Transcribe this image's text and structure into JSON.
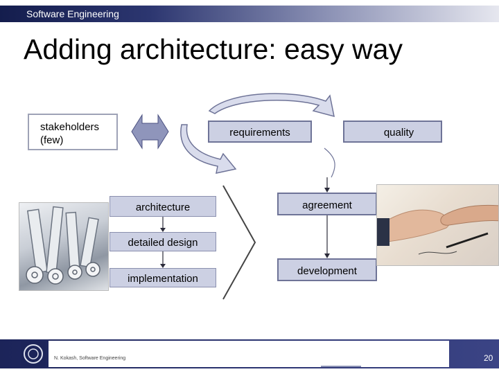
{
  "header": {
    "course": "Software Engineering",
    "title": "Adding architecture: easy way"
  },
  "diagram": {
    "stakeholders": "stakeholders\n(few)",
    "requirements": "requirements",
    "quality": "quality",
    "architecture": "architecture",
    "detailed_design": "detailed design",
    "implementation": "implementation",
    "agreement": "agreement",
    "development": "development"
  },
  "images": {
    "left": "rolled-blueprints-photo",
    "right": "handshake-signing-photo"
  },
  "footer": {
    "author": "N. Kokash, Software Engineering",
    "page": "20"
  },
  "colors": {
    "box_fill": "#ccd0e3",
    "box_border": "#6e7397",
    "navy": "#1c2459"
  }
}
